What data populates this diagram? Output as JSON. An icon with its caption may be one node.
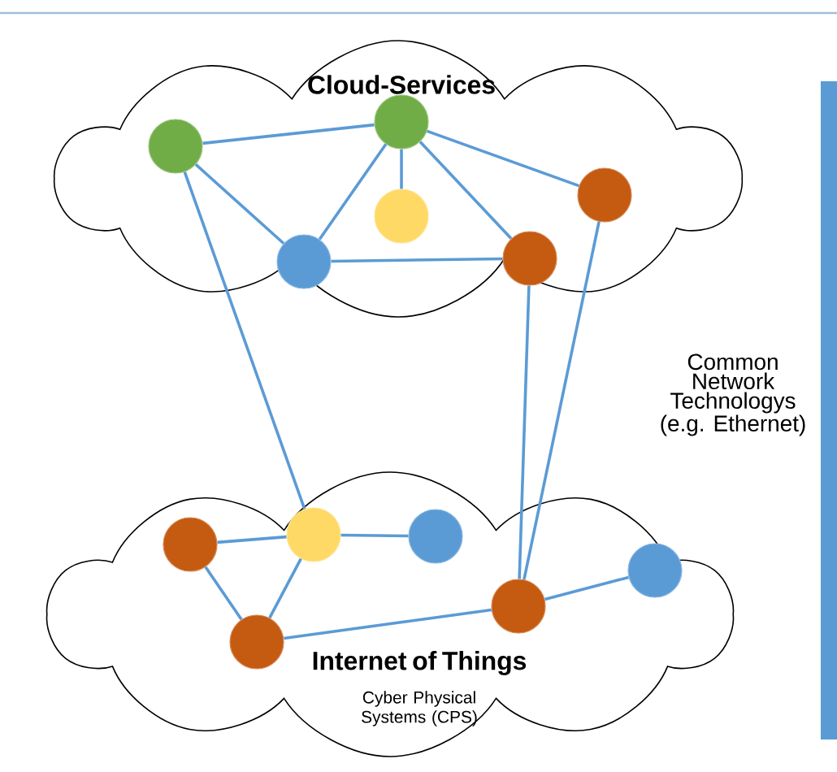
{
  "diagram": {
    "nodes": [
      {
        "text": [
          "Cloud-Services"
        ]
      },
      {
        "text": [],
        "shape": "circle",
        "in": 0
      },
      {
        "text": [],
        "shape": "circle",
        "in": 0
      },
      {
        "text": [],
        "shape": "circle",
        "in": 0
      },
      {
        "text": [],
        "shape": "circle",
        "in": 0
      },
      {
        "text": [],
        "shape": "circle",
        "in": 0
      },
      {
        "text": [],
        "shape": "circle",
        "in": 0
      },
      {
        "text": [
          "Internet of Things",
          "Cyber Physical Systems (CPS)"
        ]
      },
      {
        "text": [],
        "shape": "circle",
        "in": 7
      },
      {
        "text": [],
        "shape": "circle",
        "in": 7
      },
      {
        "text": [],
        "shape": "circle",
        "in": 7
      },
      {
        "text": [],
        "shape": "circle",
        "in": 7
      },
      {
        "text": [],
        "shape": "circle",
        "in": 7
      },
      {
        "text": [],
        "shape": "circle",
        "in": 7
      }
    ],
    "edges": [
      {
        "from": 1,
        "to": 2,
        "arrow": "none"
      },
      {
        "from": 1,
        "to": 4,
        "arrow": "none"
      },
      {
        "from": 2,
        "to": 4,
        "arrow": "none"
      },
      {
        "from": 2,
        "to": 3,
        "arrow": "none"
      },
      {
        "from": 2,
        "to": 5,
        "arrow": "none"
      },
      {
        "from": 2,
        "to": 6,
        "arrow": "none"
      },
      {
        "from": 4,
        "to": 5,
        "arrow": "none"
      },
      {
        "from": 1,
        "to": 9,
        "arrow": "none"
      },
      {
        "from": 5,
        "to": 12,
        "arrow": "none"
      },
      {
        "from": 6,
        "to": 12,
        "arrow": "none"
      },
      {
        "from": 8,
        "to": 9,
        "arrow": "none"
      },
      {
        "from": 9,
        "to": 10,
        "arrow": "none"
      },
      {
        "from": 8,
        "to": 11,
        "arrow": "none"
      },
      {
        "from": 9,
        "to": 11,
        "arrow": "none"
      },
      {
        "from": 11,
        "to": 12,
        "arrow": "none"
      },
      {
        "from": 12,
        "to": 13,
        "arrow": "none"
      }
    ],
    "labels": [
      "Common Network Technologys (e.g. Ethernet)"
    ]
  }
}
